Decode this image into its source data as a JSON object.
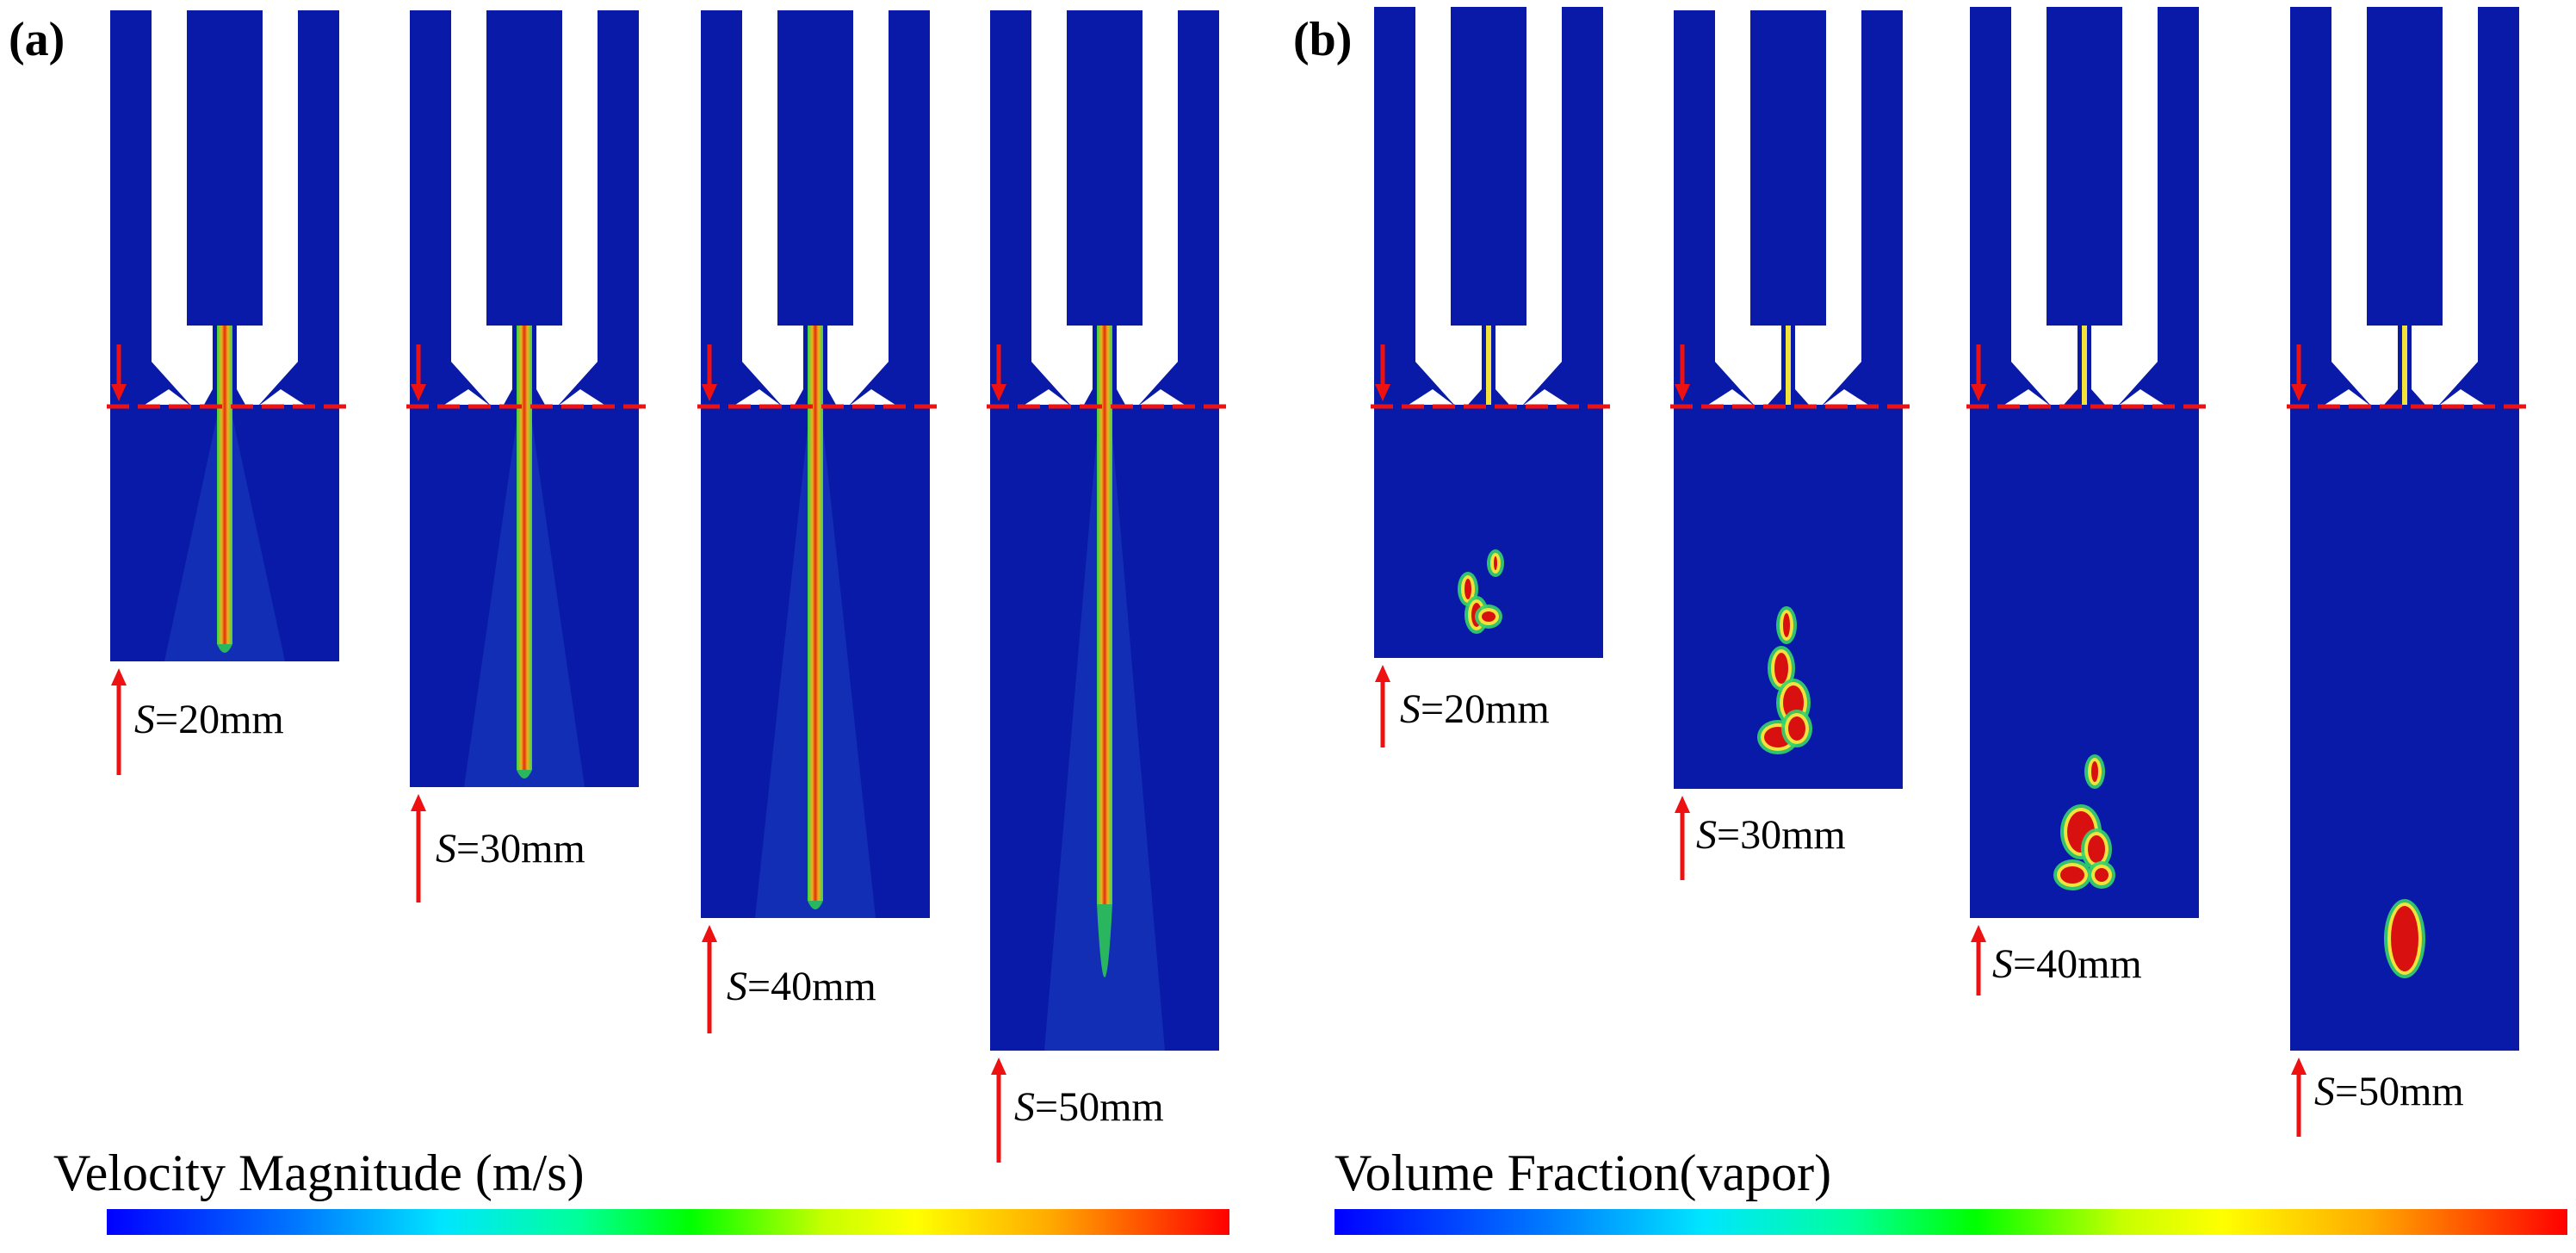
{
  "panels": [
    {
      "id": "a",
      "letter": "(a)",
      "field": "velocity",
      "legend_title": "Velocity Magnitude (m/s)",
      "cases": [
        {
          "prefix": "S",
          "value": "=20mm"
        },
        {
          "prefix": "S",
          "value": "=30mm"
        },
        {
          "prefix": "S",
          "value": "=40mm"
        },
        {
          "prefix": "S",
          "value": "=50mm"
        }
      ]
    },
    {
      "id": "b",
      "letter": "(b)",
      "field": "vapor",
      "legend_title": "Volume Fraction(vapor)",
      "cases": [
        {
          "prefix": "S",
          "value": "=20mm"
        },
        {
          "prefix": "S",
          "value": "=30mm"
        },
        {
          "prefix": "S",
          "value": "=40mm"
        },
        {
          "prefix": "S",
          "value": "=50mm"
        }
      ]
    }
  ],
  "colors": {
    "domain": "#0a1aa8",
    "jet_core": "#e0300a",
    "jet_edge": "#2fd84a",
    "marker": "#ee1111",
    "vapor_hot": "#d81010",
    "vapor_mid": "#f2e23a",
    "vapor_low": "#35d56a"
  }
}
